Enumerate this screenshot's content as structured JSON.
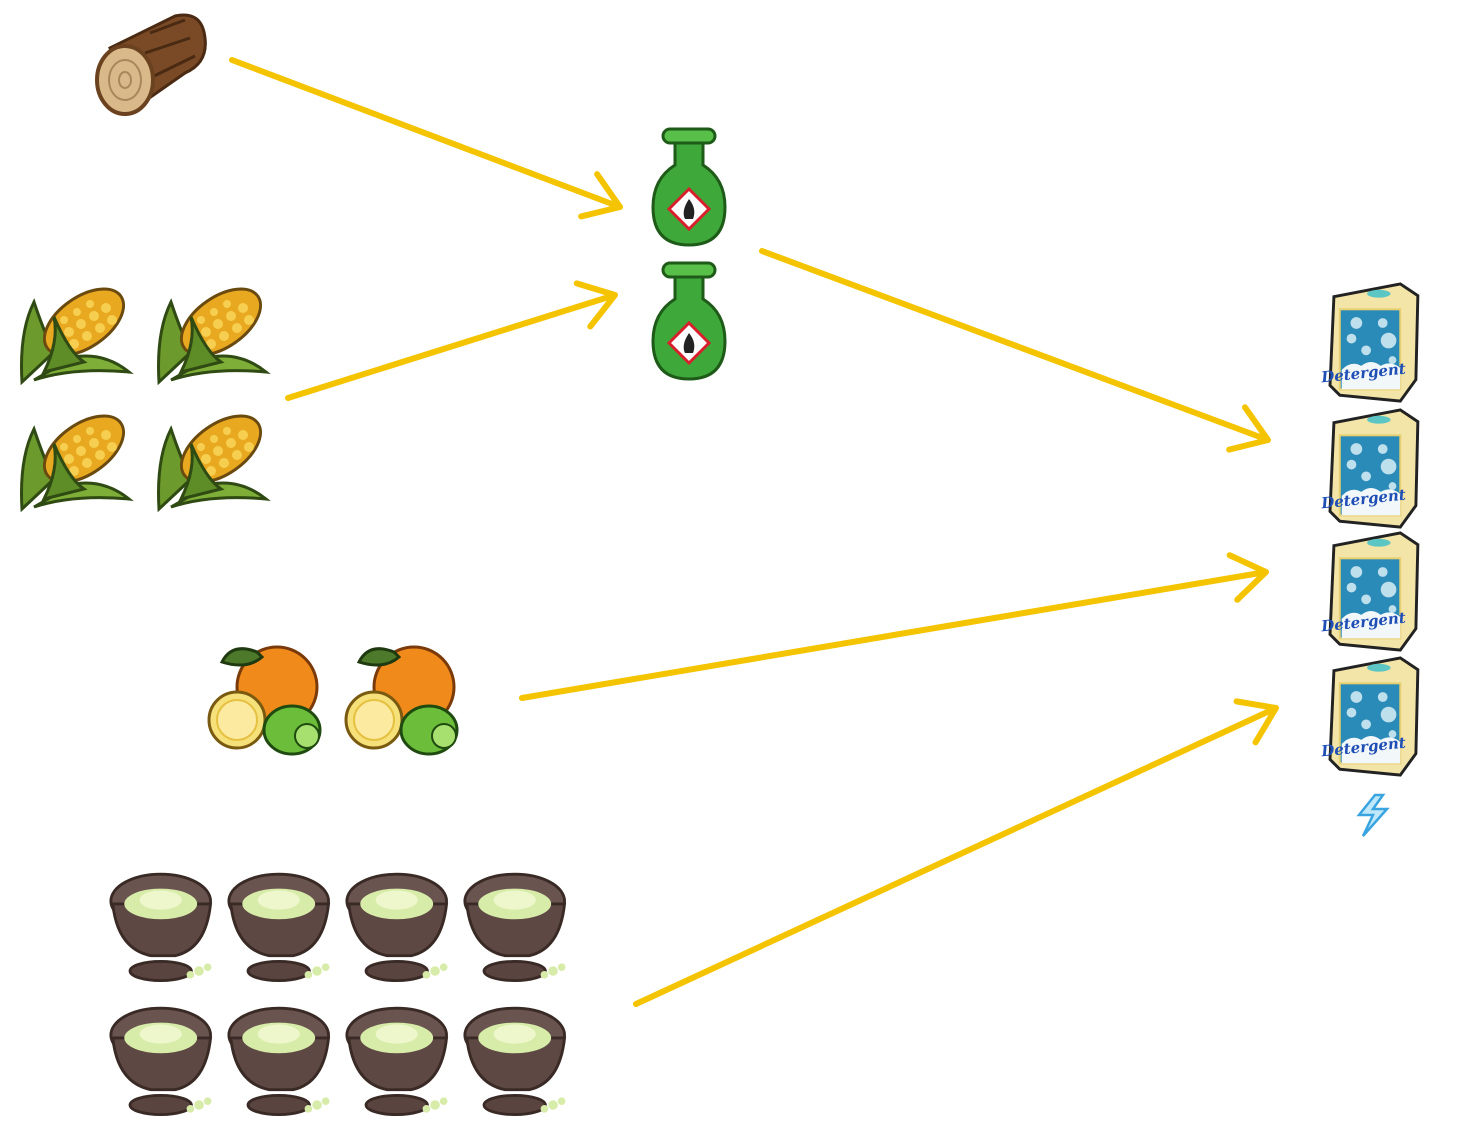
{
  "diagram": {
    "type": "crafting-recipe",
    "arrow_color": "#f5c400",
    "ingredients": [
      {
        "name": "wood-log",
        "count": 1
      },
      {
        "name": "corn",
        "count": 4
      },
      {
        "name": "citrus",
        "count": 2
      },
      {
        "name": "powder-mortar",
        "count": 8
      }
    ],
    "intermediate": {
      "name": "flammable-bottle",
      "count": 2
    },
    "product": {
      "name": "detergent",
      "count": 4,
      "label": "Detergent"
    },
    "product_badge": "lightning-icon"
  }
}
